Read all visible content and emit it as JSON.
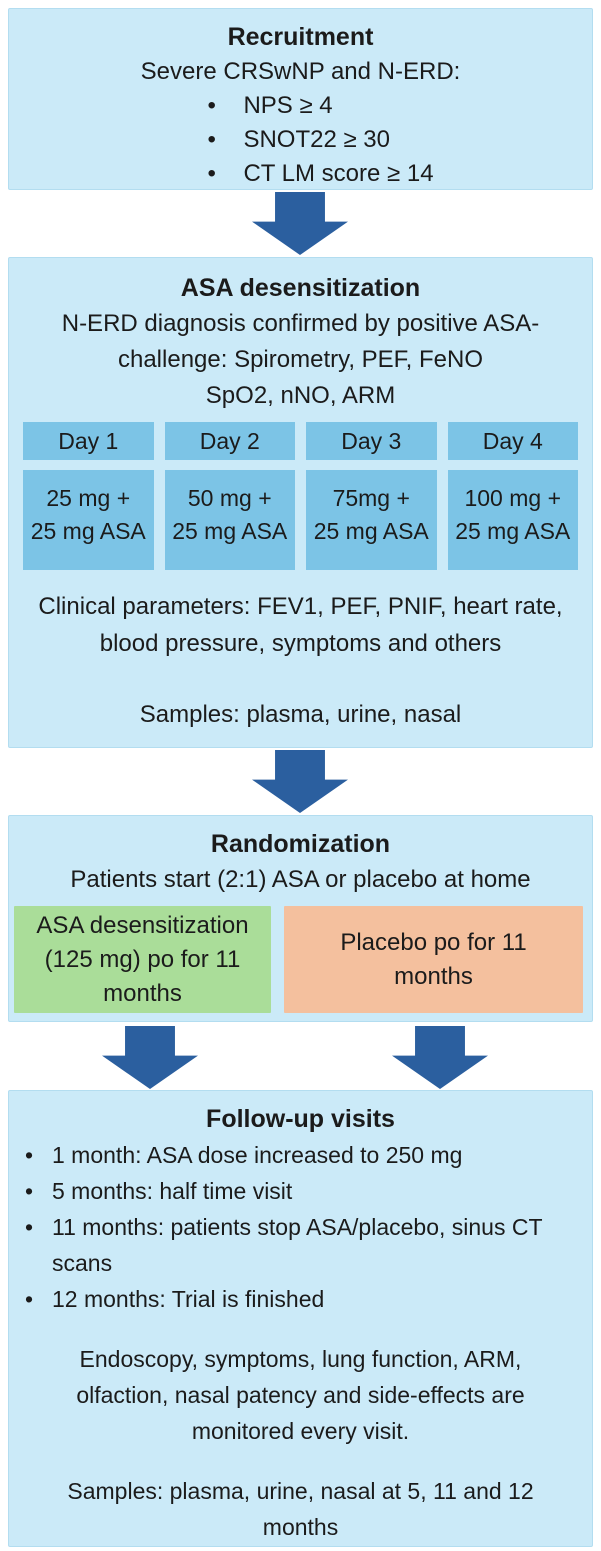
{
  "bullet": "•",
  "colors": {
    "box_bg": "#cbeaf8",
    "box_border": "#b3ddf0",
    "cell_bg": "#7cc4e6",
    "arrow": "#2b5f9f",
    "green_bg": "#aadd99",
    "salmon_bg": "#f4c09e",
    "text": "#1b1b1b"
  },
  "recruitment": {
    "title": "Recruitment",
    "subtitle": "Severe CRSwNP and N-ERD:",
    "criteria": [
      "NPS ≥ 4",
      "SNOT22 ≥ 30",
      "CT LM score ≥ 14"
    ]
  },
  "desensitization": {
    "title": "ASA desensitization",
    "description_lines": [
      "N-ERD diagnosis confirmed by positive ASA-",
      "challenge: Spirometry, PEF, FeNO",
      "SpO2, nNO, ARM"
    ],
    "schedule": {
      "columns": [
        {
          "day": "Day 1",
          "dose_line1": "25 mg +",
          "dose_line2": "25 mg ASA"
        },
        {
          "day": "Day 2",
          "dose_line1": "50 mg +",
          "dose_line2": "25 mg ASA"
        },
        {
          "day": "Day 3",
          "dose_line1": "75mg +",
          "dose_line2": "25 mg ASA"
        },
        {
          "day": "Day 4",
          "dose_line1": "100 mg +",
          "dose_line2": "25 mg ASA"
        }
      ]
    },
    "clinical_lines": [
      "Clinical parameters: FEV1, PEF, PNIF, heart rate,",
      "blood pressure, symptoms and others"
    ],
    "samples": "Samples: plasma, urine, nasal"
  },
  "randomization": {
    "title": "Randomization",
    "subtitle": "Patients start (2:1) ASA or placebo at home",
    "asa_arm": "ASA desensitization (125 mg) po for 11 months",
    "placebo_arm": "Placebo po for 11 months"
  },
  "follow_up": {
    "title": "Follow-up visits",
    "visits": [
      "1 month: ASA dose increased to 250 mg",
      "5 months: half time visit",
      "11 months: patients stop ASA/placebo, sinus CT scans",
      "12 months: Trial is finished"
    ],
    "monitoring_lines": [
      "Endoscopy, symptoms, lung function, ARM,",
      "olfaction, nasal patency and side-effects  are",
      "monitored every visit."
    ],
    "samples_lines": [
      "Samples: plasma, urine, nasal at 5, 11 and 12",
      "months"
    ]
  }
}
